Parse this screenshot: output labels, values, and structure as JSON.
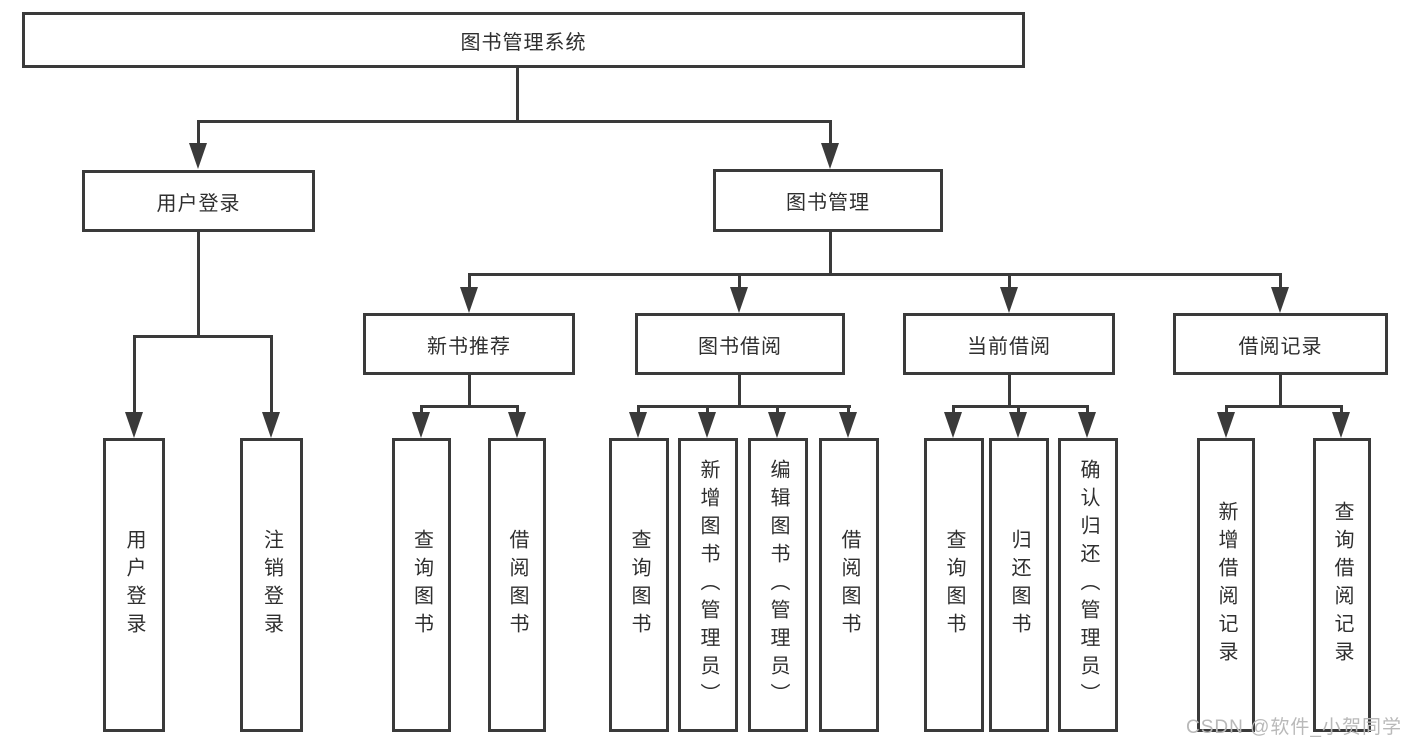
{
  "tree": {
    "label": "图书管理系统",
    "children": [
      {
        "label": "用户登录",
        "children": [
          {
            "label": "用户登录"
          },
          {
            "label": "注销登录"
          }
        ]
      },
      {
        "label": "图书管理",
        "children": [
          {
            "label": "新书推荐",
            "children": [
              {
                "label": "查询图书"
              },
              {
                "label": "借阅图书"
              }
            ]
          },
          {
            "label": "图书借阅",
            "children": [
              {
                "label": "查询图书"
              },
              {
                "label": "新增图书（管理员）"
              },
              {
                "label": "编辑图书（管理员）"
              },
              {
                "label": "借阅图书"
              }
            ]
          },
          {
            "label": "当前借阅",
            "children": [
              {
                "label": "查询图书"
              },
              {
                "label": "归还图书"
              },
              {
                "label": "确认归还（管理员）"
              }
            ]
          },
          {
            "label": "借阅记录",
            "children": [
              {
                "label": "新增借阅记录"
              },
              {
                "label": "查询借阅记录"
              }
            ]
          }
        ]
      }
    ]
  },
  "watermark": {
    "text": "CSDN @软件_小贺同学"
  },
  "colors": {
    "line": "#3a3a3a",
    "text": "#2f2f2f",
    "background": "#ffffff",
    "watermark": "#b9b9b9"
  }
}
